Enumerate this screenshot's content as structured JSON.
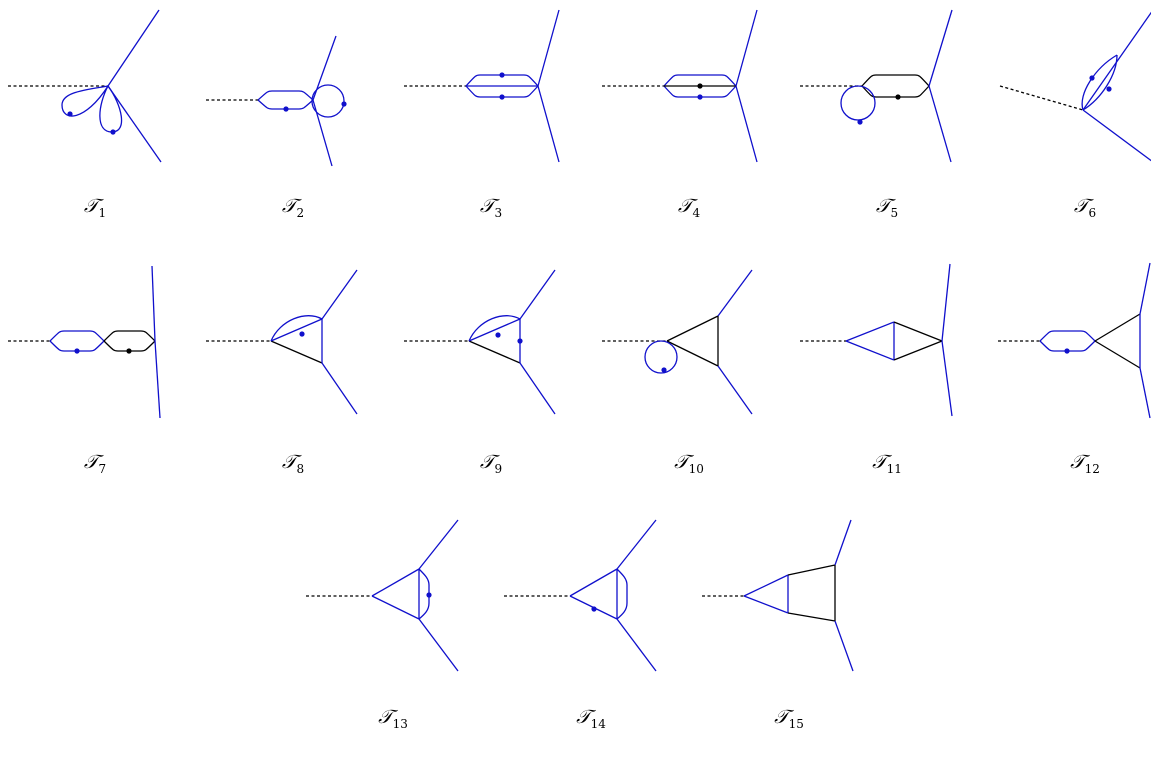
{
  "colors": {
    "blue": "#1010cc",
    "black": "#000000",
    "dashed": "#000000"
  },
  "diagrams": [
    {
      "id": "T1",
      "letter": "𝒯",
      "index": "1"
    },
    {
      "id": "T2",
      "letter": "𝒯",
      "index": "2"
    },
    {
      "id": "T3",
      "letter": "𝒯",
      "index": "3"
    },
    {
      "id": "T4",
      "letter": "𝒯",
      "index": "4"
    },
    {
      "id": "T5",
      "letter": "𝒯",
      "index": "5"
    },
    {
      "id": "T6",
      "letter": "𝒯",
      "index": "6"
    },
    {
      "id": "T7",
      "letter": "𝒯",
      "index": "7"
    },
    {
      "id": "T8",
      "letter": "𝒯",
      "index": "8"
    },
    {
      "id": "T9",
      "letter": "𝒯",
      "index": "9"
    },
    {
      "id": "T10",
      "letter": "𝒯",
      "index": "10"
    },
    {
      "id": "T11",
      "letter": "𝒯",
      "index": "11"
    },
    {
      "id": "T12",
      "letter": "𝒯",
      "index": "12"
    },
    {
      "id": "T13",
      "letter": "𝒯",
      "index": "13"
    },
    {
      "id": "T14",
      "letter": "𝒯",
      "index": "14"
    },
    {
      "id": "T15",
      "letter": "𝒯",
      "index": "15"
    }
  ]
}
